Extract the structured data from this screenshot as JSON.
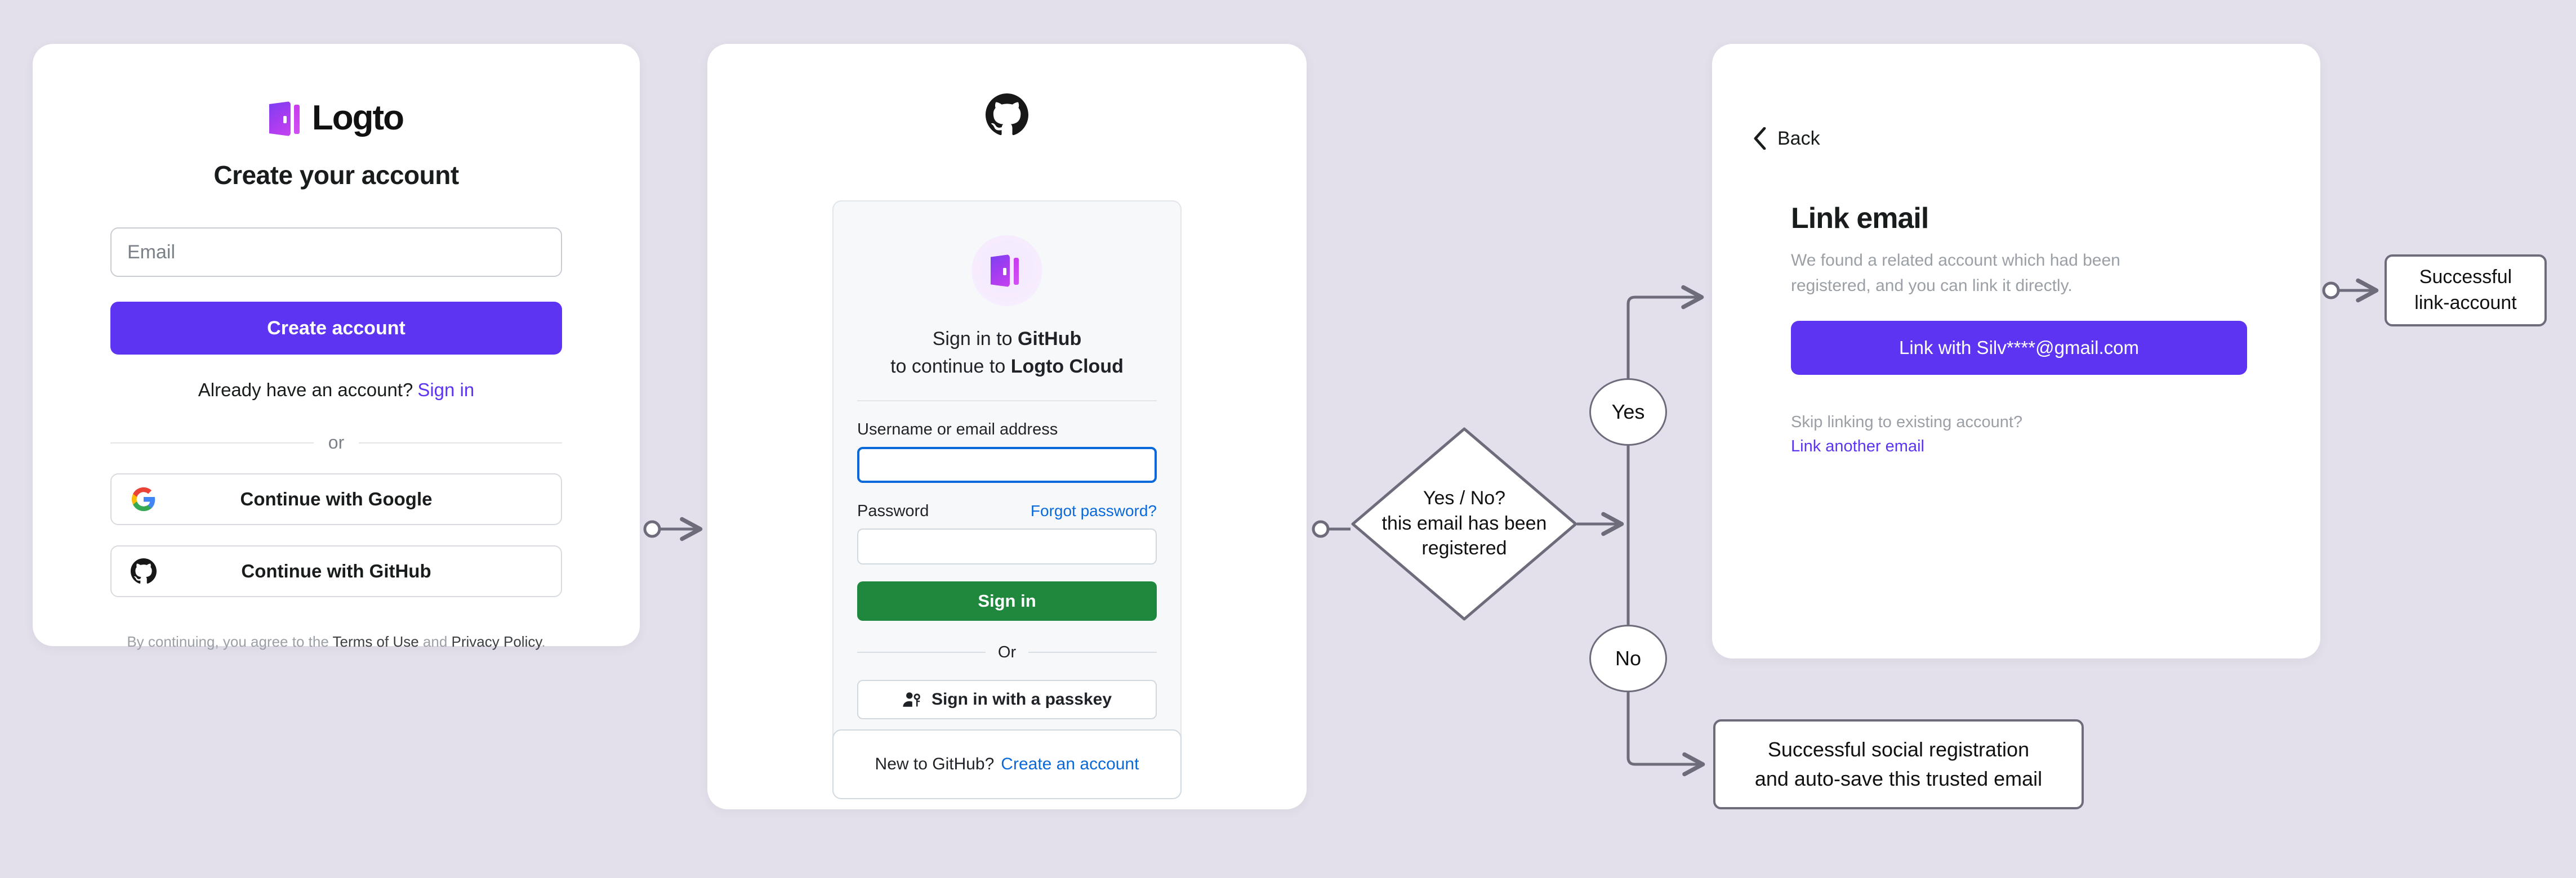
{
  "canvas": {
    "background": "#E3E0EB"
  },
  "signup_card": {
    "brand": "Logto",
    "logo_icon": "logto-door-logo",
    "title": "Create your account",
    "email_placeholder": "Email",
    "create_account_label": "Create account",
    "already_text": "Already have an account?",
    "sign_in_link": "Sign in",
    "divider_label": "or",
    "social": [
      {
        "icon": "google-icon",
        "label": "Continue with Google"
      },
      {
        "icon": "github-icon",
        "label": "Continue with GitHub"
      }
    ],
    "terms_prefix": "By continuing, you agree to the ",
    "terms_of_use": "Terms of Use",
    "terms_and": " and ",
    "privacy_policy": "Privacy Policy",
    "terms_suffix": ".",
    "accent_color": "#5D34F2"
  },
  "github_card": {
    "top_icon": "github-mark-icon",
    "app_icon": "logto-door-logo",
    "headline_line1_prefix": "Sign in to ",
    "headline_line1_bold": "GitHub",
    "headline_line2_prefix": "to continue to ",
    "headline_line2_bold": "Logto Cloud",
    "username_label": "Username or email address",
    "username_value": "",
    "password_label": "Password",
    "password_value": "",
    "forgot_password_link": "Forgot password?",
    "sign_in_label": "Sign in",
    "divider_label": "Or",
    "passkey_icon": "passkey-person-key-icon",
    "passkey_label": "Sign in with a passkey",
    "new_to_github_text": "New to GitHub?",
    "create_account_link": "Create an account",
    "primary_color": "#1F883D",
    "link_color": "#0969DA"
  },
  "link_email_card": {
    "back_icon": "chevron-left-icon",
    "back_label": "Back",
    "title": "Link email",
    "description": "We found a related account which had been registered, and you can link it directly.",
    "link_button_label": "Link with Silv****@gmail.com",
    "skip_text": "Skip linking to existing account?",
    "link_another_label": "Link another email",
    "accent_color": "#5D34F2"
  },
  "flowchart": {
    "decision_line1": "Yes / No?",
    "decision_line2": "this email has been",
    "decision_line3": "registered",
    "branch_yes": "Yes",
    "branch_no": "No",
    "result_link_line1": "Successful",
    "result_link_line2": "link-account",
    "result_social_line1": "Successful social registration",
    "result_social_line2": "and auto-save this trusted email",
    "stroke_color": "#6E6B7B"
  }
}
